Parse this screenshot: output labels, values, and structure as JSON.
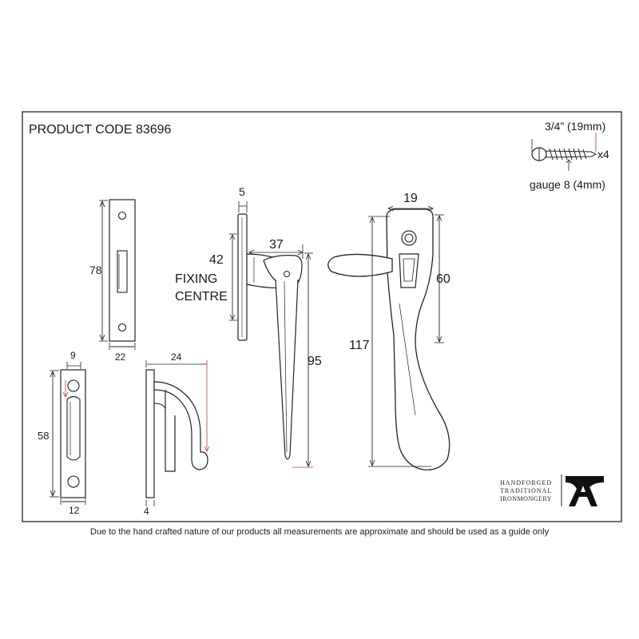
{
  "header": {
    "product_code": "PRODUCT CODE 83696"
  },
  "screw": {
    "length": "3/4” (19mm)",
    "quantity": "x4",
    "gauge": "gauge 8 (4mm)"
  },
  "keep_plate": {
    "height": "78",
    "width": "22"
  },
  "receiver": {
    "width_top": "9",
    "height": "58",
    "width_bottom": "12"
  },
  "hook": {
    "projection": "24",
    "thickness": "4"
  },
  "fastener_side": {
    "plate_thickness": "5",
    "reach": "37",
    "fixing_height": "42",
    "fixing_label_1": "FIXING",
    "fixing_label_2": "CENTRE",
    "arm_length": "95"
  },
  "fastener_front": {
    "width": "19",
    "backplate_height": "60",
    "total_height": "117"
  },
  "brand": {
    "line1": "HANDFORGED",
    "line2": "TRADITIONAL",
    "line3": "IRONMONGERY",
    "logo": "anvil-a-logo"
  },
  "footer": {
    "disclaimer": "Due to the hand crafted nature of our products all measurements are approximate and should be used as a guide only"
  },
  "colors": {
    "line": "#1a1a1a",
    "accent": "#c0392b"
  }
}
